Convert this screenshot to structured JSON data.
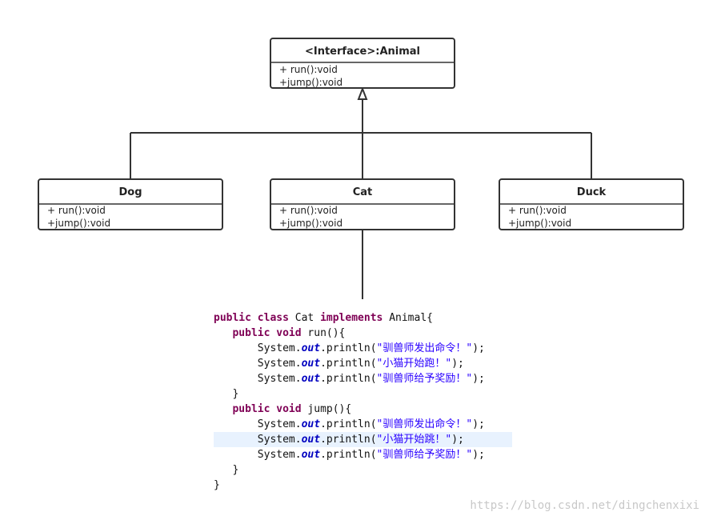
{
  "diagram": {
    "interface": {
      "title": "<Interface>:Animal",
      "members": [
        "+ run():void",
        "+jump():void"
      ]
    },
    "classes": [
      {
        "key": "dog",
        "title": "Dog",
        "members": [
          "+ run():void",
          "+jump():void"
        ]
      },
      {
        "key": "cat",
        "title": "Cat",
        "members": [
          "+ run():void",
          "+jump():void"
        ]
      },
      {
        "key": "duck",
        "title": "Duck",
        "members": [
          "+ run():void",
          "+jump():void"
        ]
      }
    ]
  },
  "code": {
    "line1": {
      "kw1": "public",
      "kw2": "class",
      "name": "Cat",
      "kw3": "implements",
      "iface": "Animal{"
    },
    "line2": {
      "kw1": "public",
      "kw2": "void",
      "sig": "run(){"
    },
    "line3": {
      "pre": "System.",
      "field": "out",
      "mid": ".println(",
      "str": "\"驯兽师发出命令！\"",
      "post": ");"
    },
    "line4": {
      "pre": "System.",
      "field": "out",
      "mid": ".println(",
      "str": "\"小猫开始跑！\"",
      "post": ");"
    },
    "line5": {
      "pre": "System.",
      "field": "out",
      "mid": ".println(",
      "str": "\"驯兽师给予奖励！\"",
      "post": ");"
    },
    "line6": "}",
    "line7": {
      "kw1": "public",
      "kw2": "void",
      "sig": "jump(){"
    },
    "line8": {
      "pre": "System.",
      "field": "out",
      "mid": ".println(",
      "str": "\"驯兽师发出命令！\"",
      "post": ");"
    },
    "line9": {
      "pre": "System.",
      "field": "out",
      "mid": ".println(",
      "str": "\"小猫开始跳！\"",
      "post": ");"
    },
    "line10": {
      "pre": "System.",
      "field": "out",
      "mid": ".println(",
      "str": "\"驯兽师给予奖励！\"",
      "post": ");"
    },
    "line11": "}",
    "line12": "}"
  },
  "watermark": "https://blog.csdn.net/dingchenxixi"
}
